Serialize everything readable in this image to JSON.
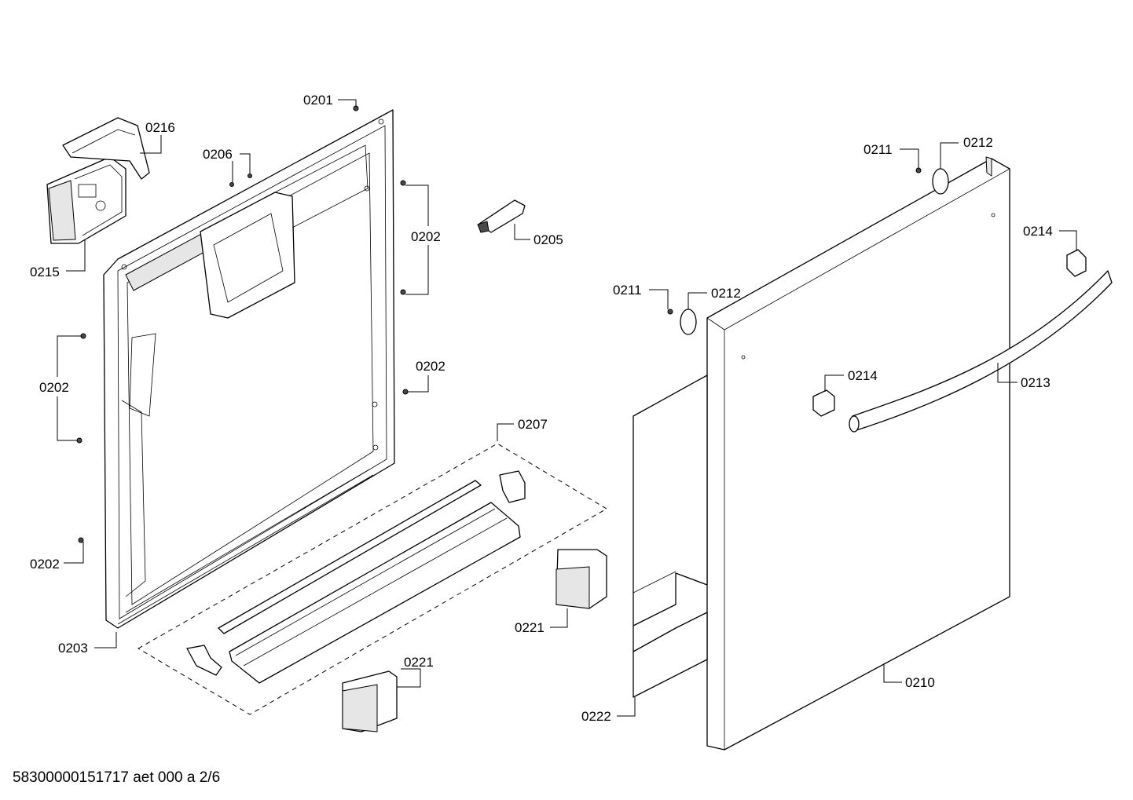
{
  "labels": {
    "l0201": "0201",
    "l0216": "0216",
    "l0206": "0206",
    "l0202a": "0202",
    "l0205": "0205",
    "l0215": "0215",
    "l0202b": "0202",
    "l0202c": "0202",
    "l0202d": "0202",
    "l0207": "0207",
    "l0203": "0203",
    "l0221a": "0221",
    "l0221b": "0221",
    "l0211a": "0211",
    "l0212a": "0212",
    "l0214a": "0214",
    "l0211b": "0211",
    "l0212b": "0212",
    "l0214b": "0214",
    "l0213": "0213",
    "l0210": "0210",
    "l0222": "0222"
  },
  "footer": "58300000151717 aet 000 a 2/6"
}
